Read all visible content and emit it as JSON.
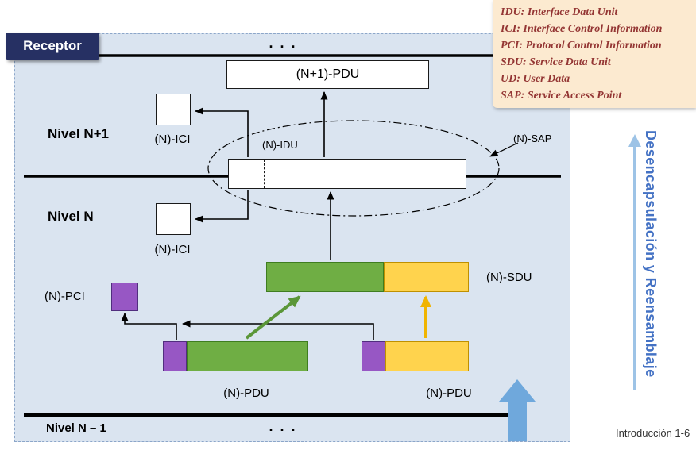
{
  "title_badge": "Receptor",
  "legend": {
    "lines": [
      "IDU: Interface Data Unit",
      "ICI: Interface Control Information",
      "PCI: Protocol Control Information",
      "SDU: Service Data Unit",
      "UD: User Data",
      "SAP: Service Access Point"
    ]
  },
  "levels": {
    "n_plus_1": "Nivel N+1",
    "n": "Nivel N",
    "n_minus_1": "Nivel N – 1"
  },
  "nodes": {
    "n1_pdu": "(N+1)-PDU",
    "n_ici_top": "(N)-ICI",
    "n_ici_bottom": "(N)-ICI",
    "n_idu": "(N)-IDU",
    "n_sap": "(N)-SAP",
    "n_sdu": "(N)-SDU",
    "n_pci": "(N)-PCI",
    "n_pdu_left": "(N)-PDU",
    "n_pdu_right": "(N)-PDU"
  },
  "dots": {
    "top": ". . .",
    "bottom": ". . ."
  },
  "side_caption": "Desencapsulación y Reensamblaje",
  "footer": "Introducción 1-6",
  "colors": {
    "panel_bg": "#dae4f0",
    "badge_bg": "#263063",
    "legend_bg": "#fcead0",
    "legend_text": "#943634",
    "green": "#6fae44",
    "green_border": "#3f7d20",
    "yellow": "#ffd34d",
    "yellow_border": "#bf9000",
    "purple": "#9757c4",
    "purple_border": "#512e7e",
    "accent_blue": "#9dc3e6",
    "block_arrow_blue": "#6fa8dc",
    "caption_blue": "#4472c4"
  }
}
